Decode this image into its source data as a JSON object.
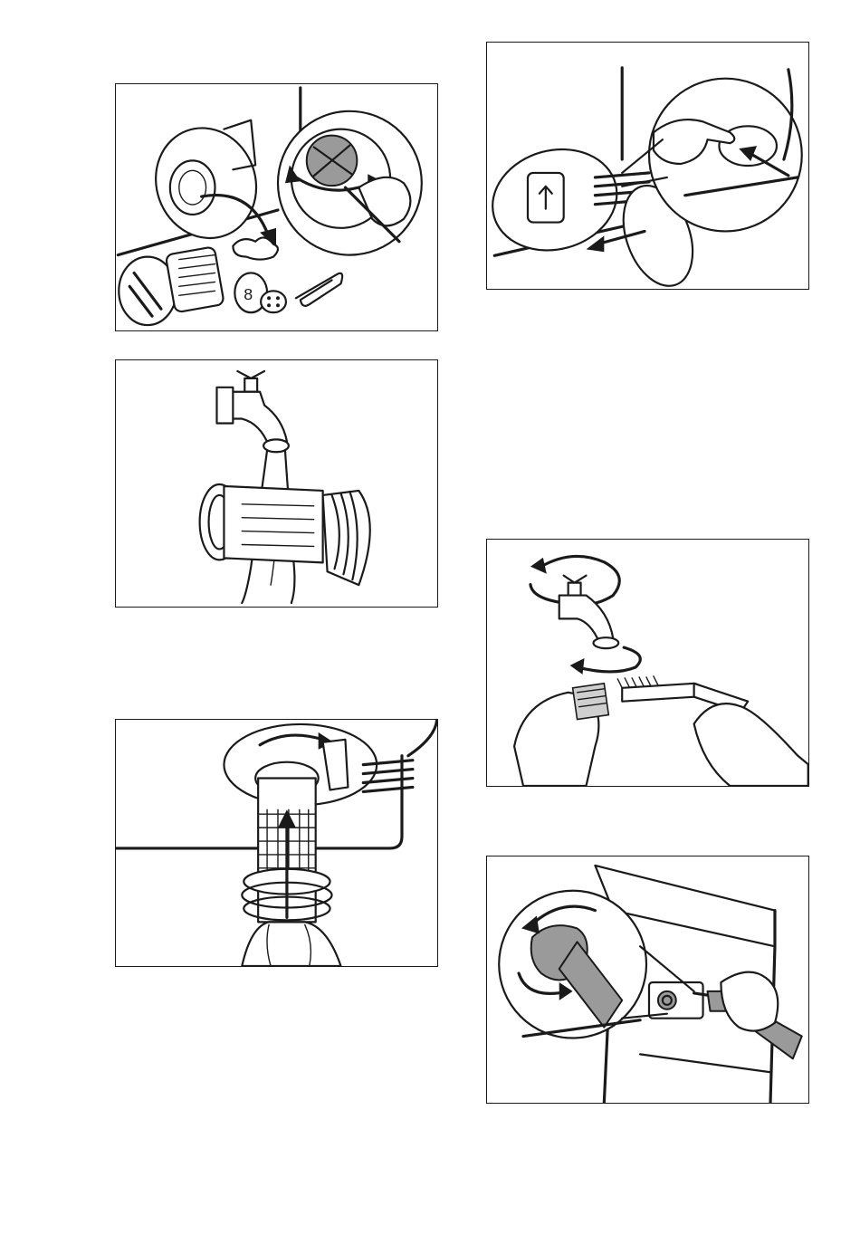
{
  "figures": [
    {
      "id": "fig-clean-filter",
      "icons": [
        "filter-icon",
        "magnifier-icon",
        "arrow-icon",
        "coin-icon",
        "paperclip-icon",
        "button-icon"
      ]
    },
    {
      "id": "fig-rinse-filter",
      "icons": [
        "tap-icon",
        "water-icon",
        "filter-icon"
      ]
    },
    {
      "id": "fig-insert-filter",
      "icons": [
        "filter-icon",
        "hand-icon",
        "arrow-icon"
      ]
    },
    {
      "id": "fig-close-flap",
      "icons": [
        "hand-icon",
        "flap-icon",
        "arrow-icon"
      ]
    },
    {
      "id": "fig-clean-tap",
      "icons": [
        "tap-icon",
        "brush-icon",
        "hand-icon",
        "rotate-arrow-icon"
      ]
    },
    {
      "id": "fig-unscrew-hose",
      "icons": [
        "hose-icon",
        "hand-icon",
        "rotate-arrow-icon",
        "appliance-icon"
      ]
    }
  ],
  "colors": {
    "ink": "#1a1a1a",
    "shade": "#9a9a9a",
    "light-shade": "#cfcfcf",
    "paper": "#ffffff"
  }
}
